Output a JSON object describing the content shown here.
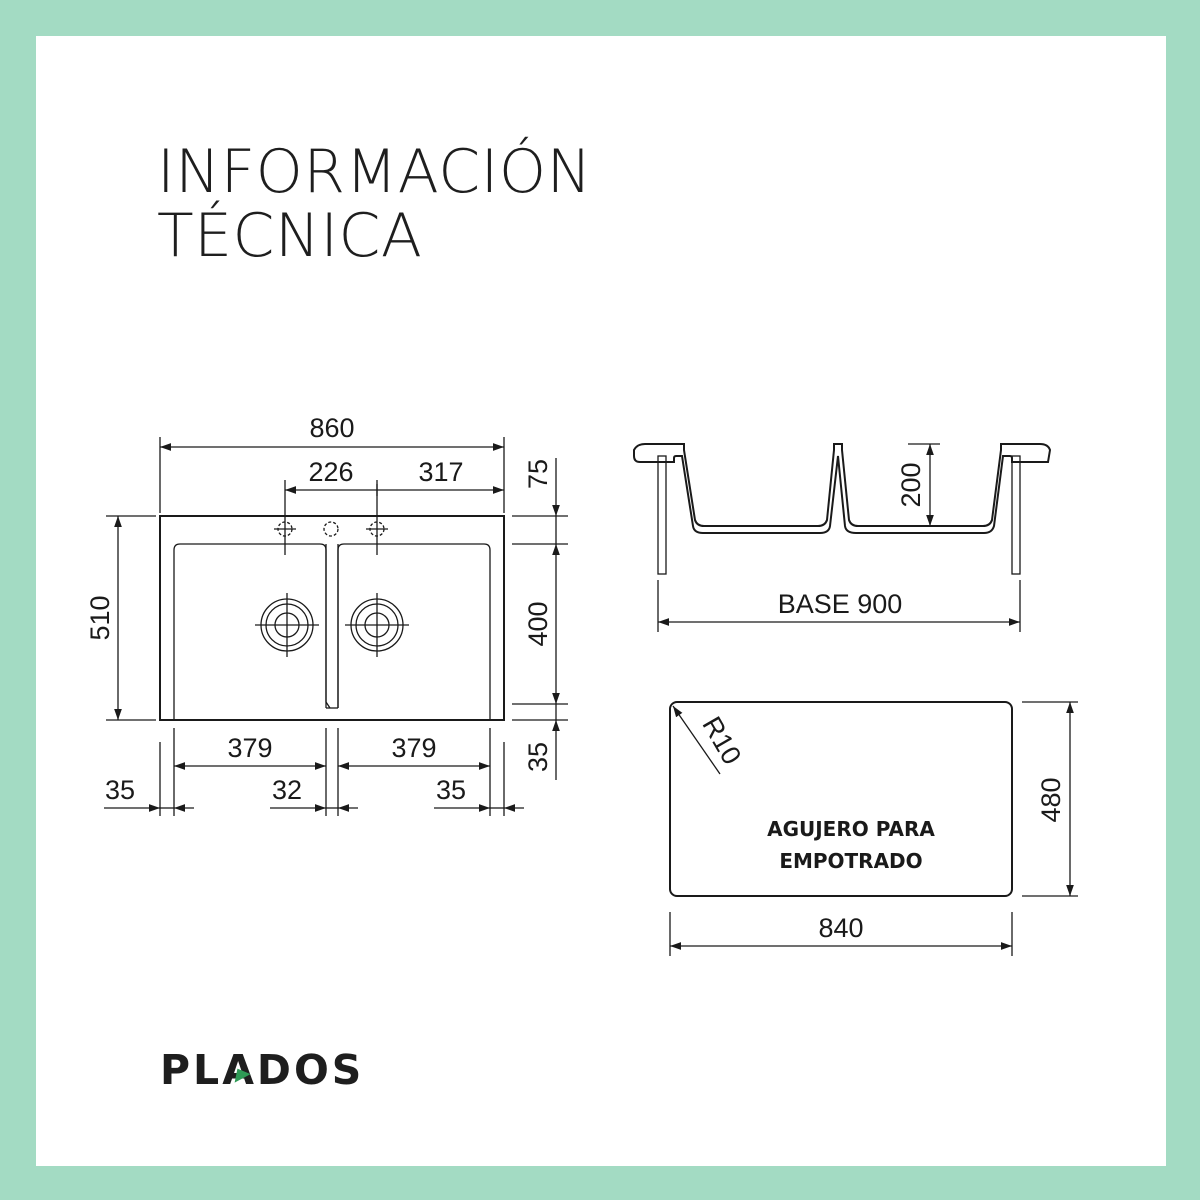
{
  "title": {
    "line1": "INFORMACIÓN",
    "line2": "TÉCNICA"
  },
  "brand": {
    "name_start": "PL",
    "name_a": "A",
    "name_end": "DOS",
    "accent_color": "#2e9a55"
  },
  "colors": {
    "frame": "#a3dbc3",
    "ink": "#1a1a1a"
  },
  "top_view": {
    "overall_width": "860",
    "faucet_offset_left": "226",
    "faucet_offset_right": "317",
    "back_margin": "75",
    "overall_depth": "510",
    "bowl_depth": "400",
    "front_margin": "35",
    "bowl_left_width": "379",
    "bowl_right_width": "379",
    "side_margin_left": "35",
    "divider_width": "32",
    "side_margin_right": "35"
  },
  "side_view": {
    "bowl_height": "200",
    "base_label": "BASE 900"
  },
  "cutout": {
    "corner_radius": "R10",
    "label_line1": "AGUJERO PARA",
    "label_line2": "EMPOTRADO",
    "width": "840",
    "height": "480"
  }
}
